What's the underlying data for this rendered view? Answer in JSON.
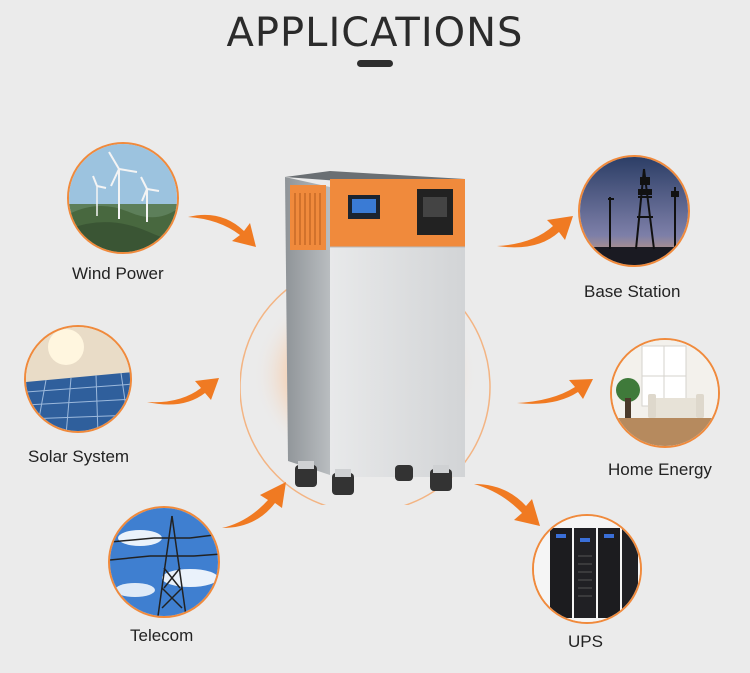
{
  "heading": "APPLICATIONS",
  "applications": {
    "wind": "Wind Power",
    "solar": "Solar System",
    "telecom": "Telecom",
    "base_station": "Base Station",
    "home_energy": "Home Energy",
    "ups": "UPS"
  },
  "colors": {
    "accent": "#f08a3c",
    "arrow": "#f07a22",
    "text": "#222222",
    "background": "#ebebeb"
  }
}
